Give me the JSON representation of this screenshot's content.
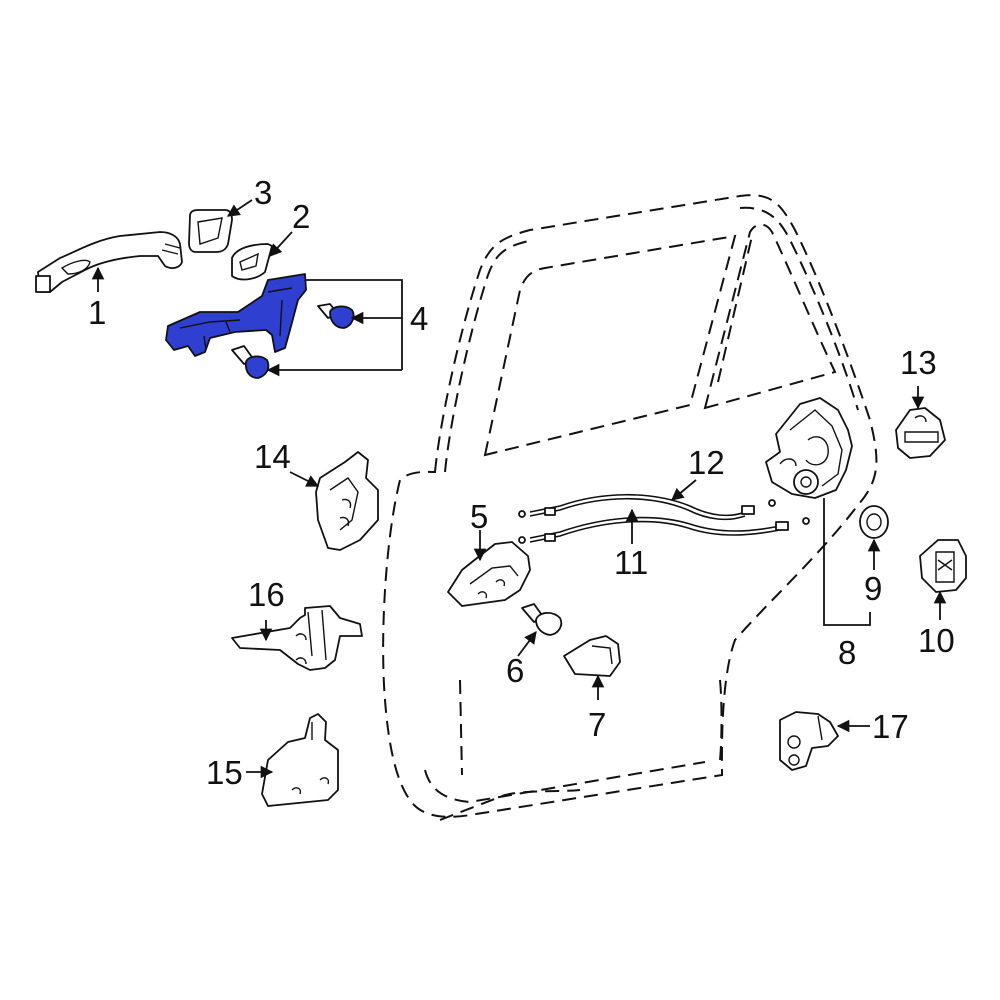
{
  "diagram": {
    "highlight_color": "#2f3fd0",
    "line_color": "#111111",
    "callouts": [
      "1",
      "2",
      "3",
      "4",
      "5",
      "6",
      "7",
      "8",
      "9",
      "10",
      "11",
      "12",
      "13",
      "14",
      "15",
      "16",
      "17"
    ],
    "highlighted_parts": [
      "4"
    ]
  }
}
